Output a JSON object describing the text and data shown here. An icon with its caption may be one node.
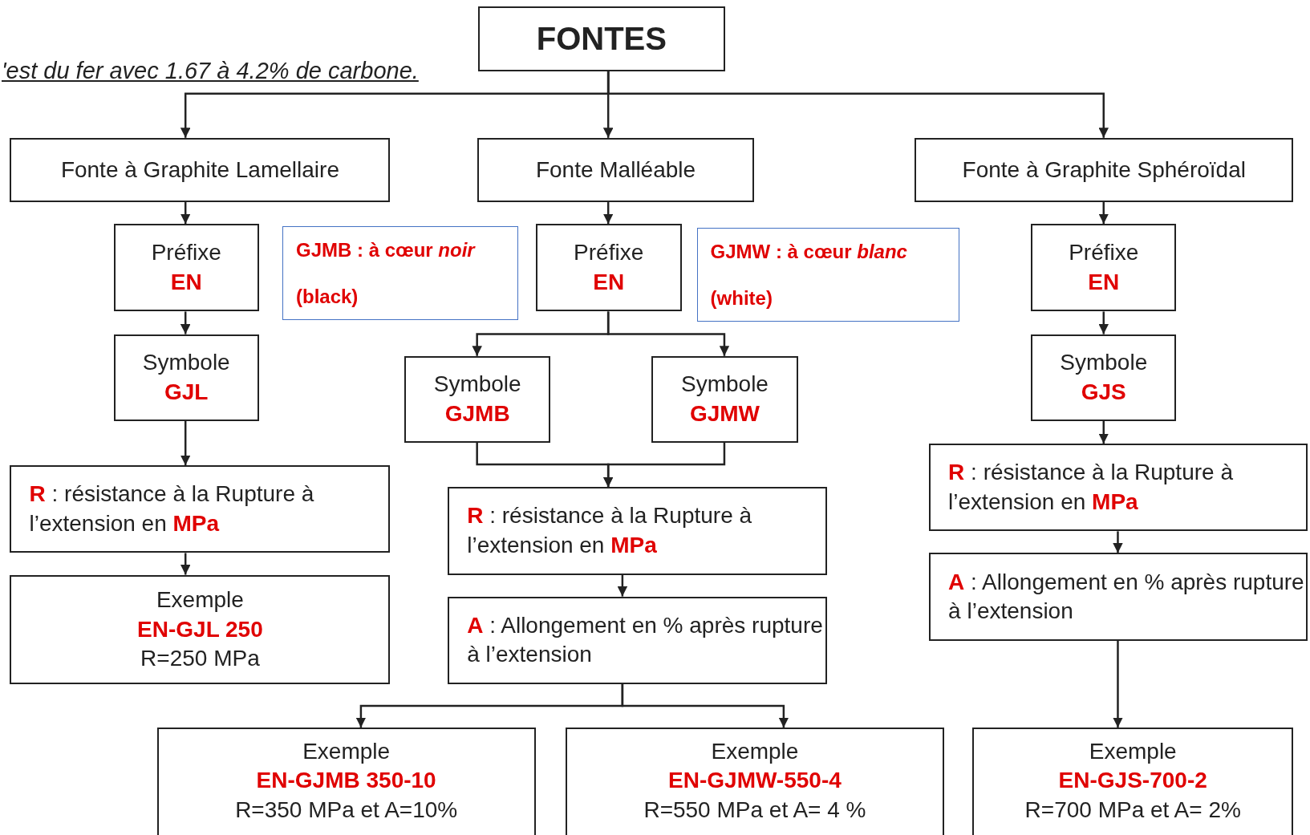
{
  "diagram": {
    "nodes": [
      {
        "text": [
          "FONTES"
        ]
      },
      {
        "text": [
          "Fonte à Graphite Lamellaire"
        ]
      },
      {
        "text": [
          "Fonte Malléable"
        ]
      },
      {
        "text": [
          "Fonte à Graphite Sphéroïdal"
        ]
      },
      {
        "text": [
          "Préfixe",
          "EN"
        ]
      },
      {
        "text": [
          "GJMB : à cœur *noir*",
          "(black)"
        ]
      },
      {
        "text": [
          "Préfixe",
          "EN"
        ]
      },
      {
        "text": [
          "GJMW : à cœur *blanc*",
          "(white)"
        ]
      },
      {
        "text": [
          "Préfixe",
          "EN"
        ]
      },
      {
        "text": [
          "Symbole",
          "GJL"
        ]
      },
      {
        "text": [
          "Symbole",
          "GJMB"
        ]
      },
      {
        "text": [
          "Symbole",
          "GJMW"
        ]
      },
      {
        "text": [
          "Symbole",
          "GJS"
        ]
      },
      {
        "text": [
          "**R** : résistance à la Rupture à l’extension en **MPa**"
        ]
      },
      {
        "text": [
          "Exemple",
          "EN-GJL 250",
          "R=250 MPa"
        ]
      },
      {
        "text": [
          "**R** : résistance à la Rupture à l’extension en **MPa**"
        ]
      },
      {
        "text": [
          "**A** : Allongement en % après rupture à l’extension"
        ]
      },
      {
        "text": [
          "**R** : résistance à la Rupture à l’extension en **MPa**"
        ]
      },
      {
        "text": [
          "**A** : Allongement en % après rupture à l’extension"
        ]
      },
      {
        "text": [
          "Exemple",
          "EN-GJMB 350-10",
          "R=350 MPa et A=10%"
        ]
      },
      {
        "text": [
          "Exemple",
          "EN-GJMW-550-4",
          "R=550 MPa et A= 4 %"
        ]
      },
      {
        "text": [
          "Exemple",
          "EN-GJS-700-2",
          "R=700 MPa et A= 2%"
        ]
      }
    ],
    "edges": [
      {
        "from": 0,
        "to": 1,
        "arrow": "to"
      },
      {
        "from": 0,
        "to": 2,
        "arrow": "to"
      },
      {
        "from": 0,
        "to": 3,
        "arrow": "to"
      },
      {
        "from": 1,
        "to": 4,
        "arrow": "to"
      },
      {
        "from": 4,
        "to": 9,
        "arrow": "to"
      },
      {
        "from": 9,
        "to": 13,
        "arrow": "to"
      },
      {
        "from": 13,
        "to": 14,
        "arrow": "to"
      },
      {
        "from": 2,
        "to": 6,
        "arrow": "to"
      },
      {
        "from": 6,
        "to": 10,
        "arrow": "to"
      },
      {
        "from": 6,
        "to": 11,
        "arrow": "to"
      },
      {
        "from": 10,
        "to": 15,
        "arrow": "to"
      },
      {
        "from": 11,
        "to": 15,
        "arrow": "to"
      },
      {
        "from": 15,
        "to": 16,
        "arrow": "to"
      },
      {
        "from": 16,
        "to": 19,
        "arrow": "to"
      },
      {
        "from": 16,
        "to": 20,
        "arrow": "to"
      },
      {
        "from": 3,
        "to": 8,
        "arrow": "to"
      },
      {
        "from": 8,
        "to": 12,
        "arrow": "to"
      },
      {
        "from": 12,
        "to": 17,
        "arrow": "to"
      },
      {
        "from": 17,
        "to": 18,
        "arrow": "to"
      },
      {
        "from": 18,
        "to": 21,
        "arrow": "to"
      }
    ],
    "labels": [
      "'est du fer avec 1.67 à 4.2% de carbone."
    ]
  }
}
